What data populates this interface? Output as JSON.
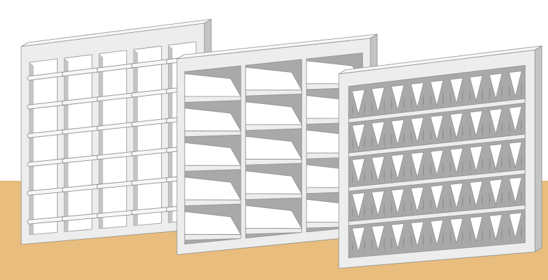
{
  "scene": {
    "background_color": "#ffffff",
    "floor_color": "#e8bd7e",
    "panel_front_color": "#ededed",
    "panel_top_color": "#f7f7f7",
    "panel_side_color": "#c4c4c4",
    "panel_shadow_color": "#a9a9a9",
    "panel_outline_color": "#8e8e8e",
    "opening_color": "#ffffff"
  },
  "panels": [
    {
      "id": "grid-rod-screen",
      "style": "square grid with horizontal rods",
      "columns": 5,
      "rows": 6
    },
    {
      "id": "fin-shelf-screen",
      "style": "angled fins",
      "columns": 3,
      "rows": 5
    },
    {
      "id": "diamond-lattice-screen",
      "style": "diamond lattice",
      "columns": 9,
      "rows": 5
    }
  ]
}
